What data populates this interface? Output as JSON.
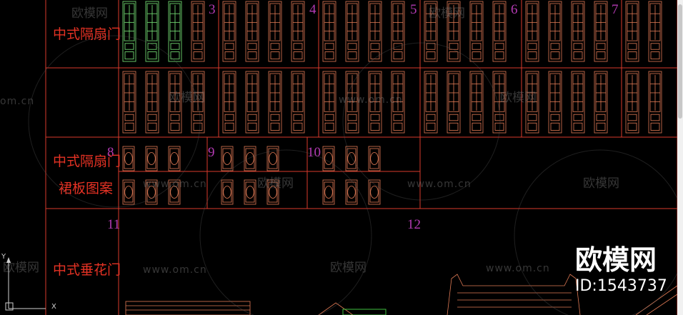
{
  "sections": [
    {
      "num": "3",
      "label": ""
    },
    {
      "num": "4",
      "label": ""
    },
    {
      "num": "5",
      "label": ""
    },
    {
      "num": "6",
      "label": ""
    },
    {
      "num": "7",
      "label": ""
    },
    {
      "num": "8",
      "label": ""
    },
    {
      "num": "9",
      "label": ""
    },
    {
      "num": "10",
      "label": ""
    },
    {
      "num": "11",
      "label": ""
    },
    {
      "num": "12",
      "label": ""
    }
  ],
  "row_labels": {
    "row1": "中式隔扇门",
    "row2_line1": "中式隔扇门",
    "row2_line2": "裙板图案",
    "row3": "中式垂花门"
  },
  "watermarks": {
    "url": "www.om.cn",
    "url_partial": "om.cn",
    "brand": "欧模网"
  },
  "brand_overlay": {
    "logo_text": "欧模网",
    "id_text": "ID:1543737"
  },
  "ucs": {
    "y_label": "Y",
    "x_label": "X"
  },
  "colors": {
    "background": "#000000",
    "grid_line": "#d83a2c",
    "section_number": "#b33ab3",
    "row_label": "#e53224",
    "door_drawing": "#e07a55",
    "door_highlight": "#6fd46f"
  }
}
